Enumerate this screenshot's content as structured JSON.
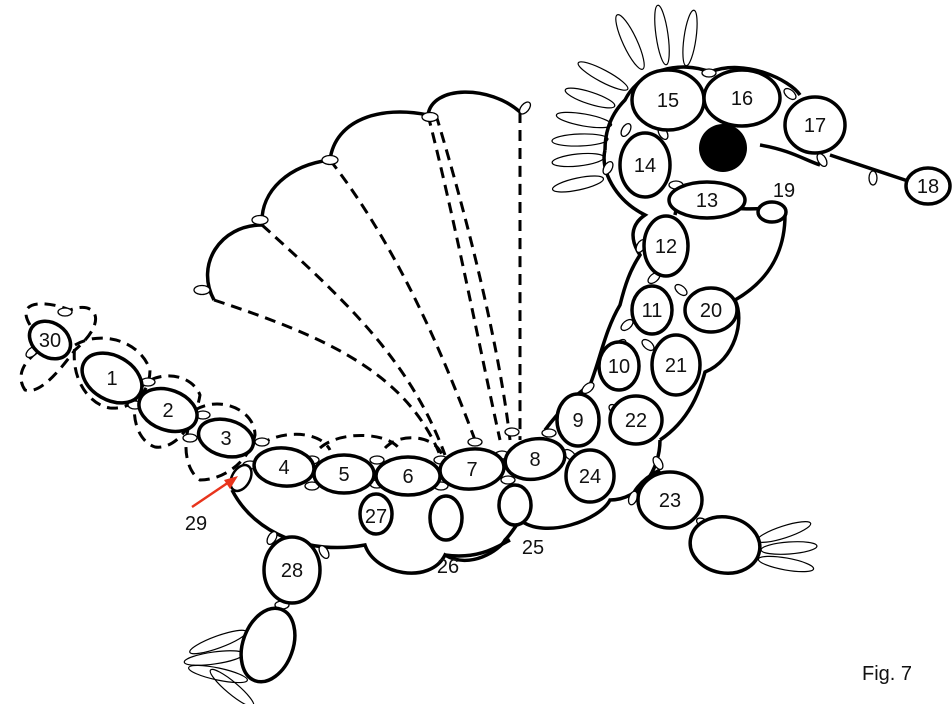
{
  "rings": [
    {
      "id": "ring-1",
      "label": "1"
    },
    {
      "id": "ring-2",
      "label": "2"
    },
    {
      "id": "ring-3",
      "label": "3"
    },
    {
      "id": "ring-4",
      "label": "4"
    },
    {
      "id": "ring-5",
      "label": "5"
    },
    {
      "id": "ring-6",
      "label": "6"
    },
    {
      "id": "ring-7",
      "label": "7"
    },
    {
      "id": "ring-8",
      "label": "8"
    },
    {
      "id": "ring-9",
      "label": "9"
    },
    {
      "id": "ring-10",
      "label": "10"
    },
    {
      "id": "ring-11",
      "label": "11"
    },
    {
      "id": "ring-12",
      "label": "12"
    },
    {
      "id": "ring-13",
      "label": "13"
    },
    {
      "id": "ring-14",
      "label": "14"
    },
    {
      "id": "ring-15",
      "label": "15"
    },
    {
      "id": "ring-16",
      "label": "16"
    },
    {
      "id": "ring-17",
      "label": "17"
    },
    {
      "id": "ring-18",
      "label": "18"
    },
    {
      "id": "ring-19",
      "label": "19"
    },
    {
      "id": "ring-20",
      "label": "20"
    },
    {
      "id": "ring-21",
      "label": "21"
    },
    {
      "id": "ring-22",
      "label": "22"
    },
    {
      "id": "ring-23",
      "label": "23"
    },
    {
      "id": "ring-24",
      "label": "24"
    },
    {
      "id": "ring-25",
      "label": "25"
    },
    {
      "id": "ring-26",
      "label": "26"
    },
    {
      "id": "ring-27",
      "label": "27"
    },
    {
      "id": "ring-28",
      "label": "28"
    },
    {
      "id": "ring-29",
      "label": "29"
    },
    {
      "id": "ring-30",
      "label": "30"
    }
  ],
  "figure_label": "Fig. 7",
  "colors": {
    "line": "#000000",
    "arrow": "#e8341c",
    "eye": "#000000"
  }
}
